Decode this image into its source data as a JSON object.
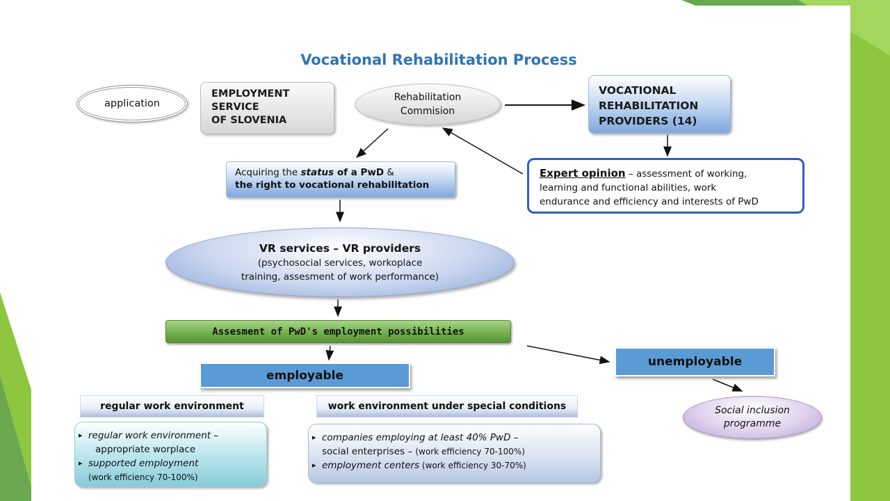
{
  "title": "Vocational Rehabilitation Process",
  "nodes": {
    "application": "application",
    "employment_service": [
      "EMPLOYMENT",
      "SERVICE",
      "OF SLOVENIA"
    ],
    "commission": [
      "Rehabilitation",
      "Commision"
    ],
    "providers": [
      "VOCATIONAL",
      "REHABILITATION",
      "PROVIDERS (14)"
    ],
    "status": {
      "part1": "Acquiring the ",
      "status_word": "status",
      "part2": " of a ",
      "pwd": "PwD",
      "part3": " &",
      "line2": "the right to vocational rehabilitation"
    },
    "expert": {
      "heading": "Expert opinion",
      "rest_first": " – assessment of working,",
      "line2": "learning and functional abilities, work",
      "line3": "endurance and efficiency and interests of PwD"
    },
    "vr_services": {
      "heading": "VR services – VR providers",
      "line1": "(psychosocial services,  workoplace",
      "line2": "training, assesment of work performance)"
    },
    "assessment": "Assesment of PwD's employment possibilities",
    "employable": "employable",
    "unemployable": "unemployable",
    "social_inclusion": [
      "Social inclusion",
      "programme"
    ],
    "regular_env": "regular work environment",
    "special_env": "work environment under special conditions",
    "regular_items": [
      {
        "main": "regular work environment –",
        "line2": "appropriate worplace"
      },
      {
        "main": "supported employment",
        "note": "(work efficiency 70-100%)"
      }
    ],
    "special_items": [
      {
        "main": "companies employing at least 40% PwD –",
        "line2": "social enterprises – ",
        "note": "(work efficiency 70-100%)"
      },
      {
        "main": "employment centers",
        "note": " (work efficiency 30-70%)"
      }
    ]
  },
  "colors": {
    "title": "#2e74b5",
    "banner": "#5b9bd5",
    "assessment_green": "#70ad47",
    "deco_green": "#8dc63f",
    "expert_border": "#2f5ec4"
  }
}
